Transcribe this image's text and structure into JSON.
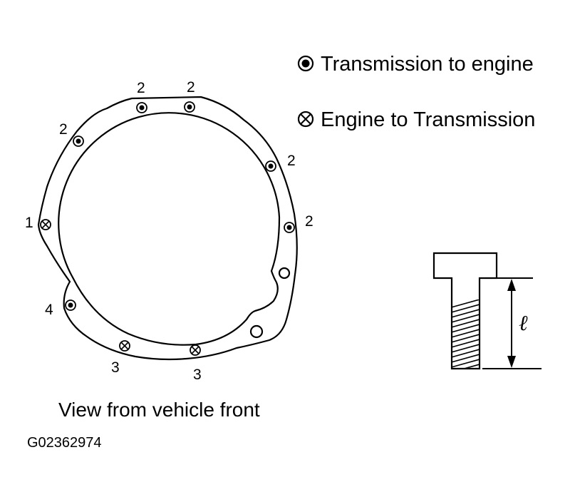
{
  "legend": {
    "transmission_to_engine": {
      "icon": "dot-in-circle-icon",
      "label": "Transmission to engine"
    },
    "engine_to_transmission": {
      "icon": "x-in-circle-icon",
      "label": "Engine to Transmission"
    }
  },
  "bolts": [
    {
      "number": "2",
      "type": "transmission_to_engine"
    },
    {
      "number": "2",
      "type": "transmission_to_engine"
    },
    {
      "number": "2",
      "type": "transmission_to_engine"
    },
    {
      "number": "2",
      "type": "transmission_to_engine"
    },
    {
      "number": "2",
      "type": "transmission_to_engine"
    },
    {
      "number": "1",
      "type": "engine_to_transmission"
    },
    {
      "number": "4",
      "type": "transmission_to_engine"
    },
    {
      "number": "3",
      "type": "engine_to_transmission"
    },
    {
      "number": "3",
      "type": "engine_to_transmission"
    }
  ],
  "bolt_dimension_symbol": "ℓ",
  "caption": "View from vehicle front",
  "figure_id": "G02362974"
}
